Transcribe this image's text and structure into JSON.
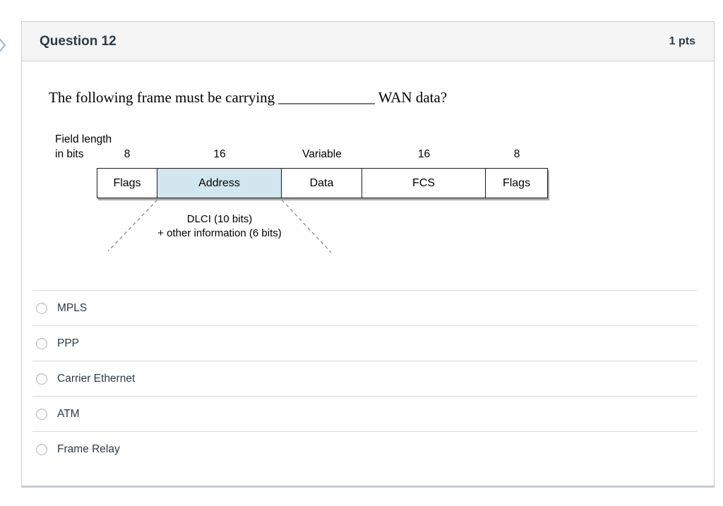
{
  "colors": {
    "highlight": "#d2e6ef",
    "headerbg": "#f5f5f5",
    "border": "#c7cdd1",
    "divider": "#d8d8d8",
    "text": "#2d3b45",
    "chevron": "#a9bdd6"
  },
  "nav": {
    "icon": "chevron-right"
  },
  "question": {
    "header": {
      "title": "Question 12",
      "points": "1 pts"
    },
    "prompt": "The following frame must be carrying _____________ WAN data?",
    "diagram": {
      "axis_label_line1": "Field length",
      "axis_label_line2": "in bits",
      "fields": [
        {
          "name": "Flags",
          "length": "8",
          "highlighted": false
        },
        {
          "name": "Address",
          "length": "16",
          "highlighted": true
        },
        {
          "name": "Data",
          "length": "Variable",
          "highlighted": false
        },
        {
          "name": "FCS",
          "length": "16",
          "highlighted": false
        },
        {
          "name": "Flags",
          "length": "8",
          "highlighted": false
        }
      ],
      "annotation_line1": "DLCI (10 bits)",
      "annotation_line2": "+ other information (6 bits)"
    },
    "options": [
      {
        "label": "MPLS",
        "selected": false
      },
      {
        "label": "PPP",
        "selected": false
      },
      {
        "label": "Carrier Ethernet",
        "selected": false
      },
      {
        "label": "ATM",
        "selected": false
      },
      {
        "label": "Frame Relay",
        "selected": false
      }
    ]
  }
}
